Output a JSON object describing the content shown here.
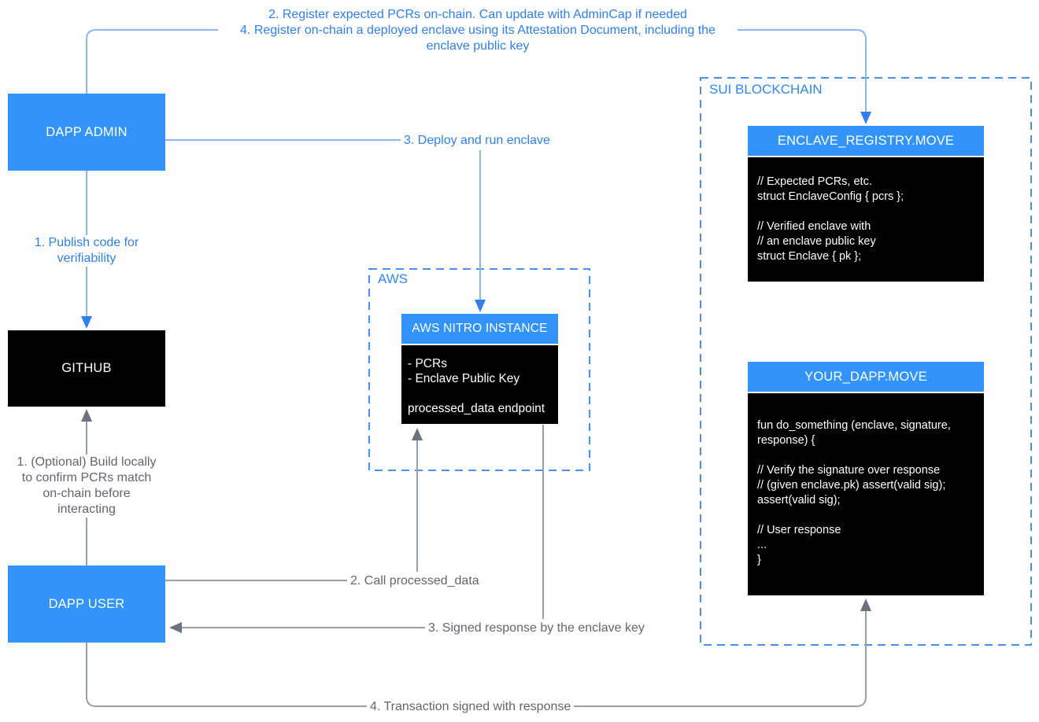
{
  "top_note": {
    "line1": "2. Register expected PCRs on-chain. Can update with AdminCap if needed",
    "line2": "4. Register on-chain a deployed enclave using its Attestation Document, including the enclave public key"
  },
  "groups": {
    "aws": {
      "label": "AWS"
    },
    "sui": {
      "label": "SUI BLOCKCHAIN"
    }
  },
  "nodes": {
    "dapp_admin": {
      "label": "DAPP ADMIN"
    },
    "github": {
      "label": "GITHUB"
    },
    "dapp_user": {
      "label": "DAPP USER"
    },
    "aws_nitro": {
      "title": "AWS NITRO INSTANCE",
      "lines": [
        "- PCRs",
        "- Enclave Public Key",
        "",
        "processed_data endpoint"
      ]
    },
    "enclave_registry": {
      "title": "ENCLAVE_REGISTRY.MOVE",
      "lines": [
        "// Expected PCRs, etc.",
        "struct EnclaveConfig { pcrs };",
        "",
        "// Verified enclave with",
        "// an enclave public key",
        "struct Enclave { pk };"
      ]
    },
    "your_dapp": {
      "title": "YOUR_DAPP.MOVE",
      "lines": [
        "fun do_something (enclave, signature, response) {",
        "",
        "// Verify the signature over response",
        "// (given enclave.pk) assert(valid sig);",
        "assert(valid sig);",
        "",
        "// User response",
        "...",
        "}"
      ]
    }
  },
  "edges": {
    "publish": "1. Publish code for verifiability",
    "deploy": "3. Deploy and run enclave",
    "optional_build": "1. (Optional) Build locally to confirm PCRs match on-chain before interacting",
    "call": "2. Call processed_data",
    "signed": "3. Signed response by the enclave key",
    "txn": "4. Transaction signed with response"
  },
  "colors": {
    "box_blue": "#3294f8",
    "box_black": "#000000",
    "label_blue": "#2f80ed",
    "label_gray": "#5f6672",
    "wire_blue": "#8ab5f4",
    "wire_gray": "#9aa0a8",
    "arrow_blue": "#2f80ed",
    "arrow_gray": "#6b7280",
    "dashed_border": "#4a90f2"
  }
}
